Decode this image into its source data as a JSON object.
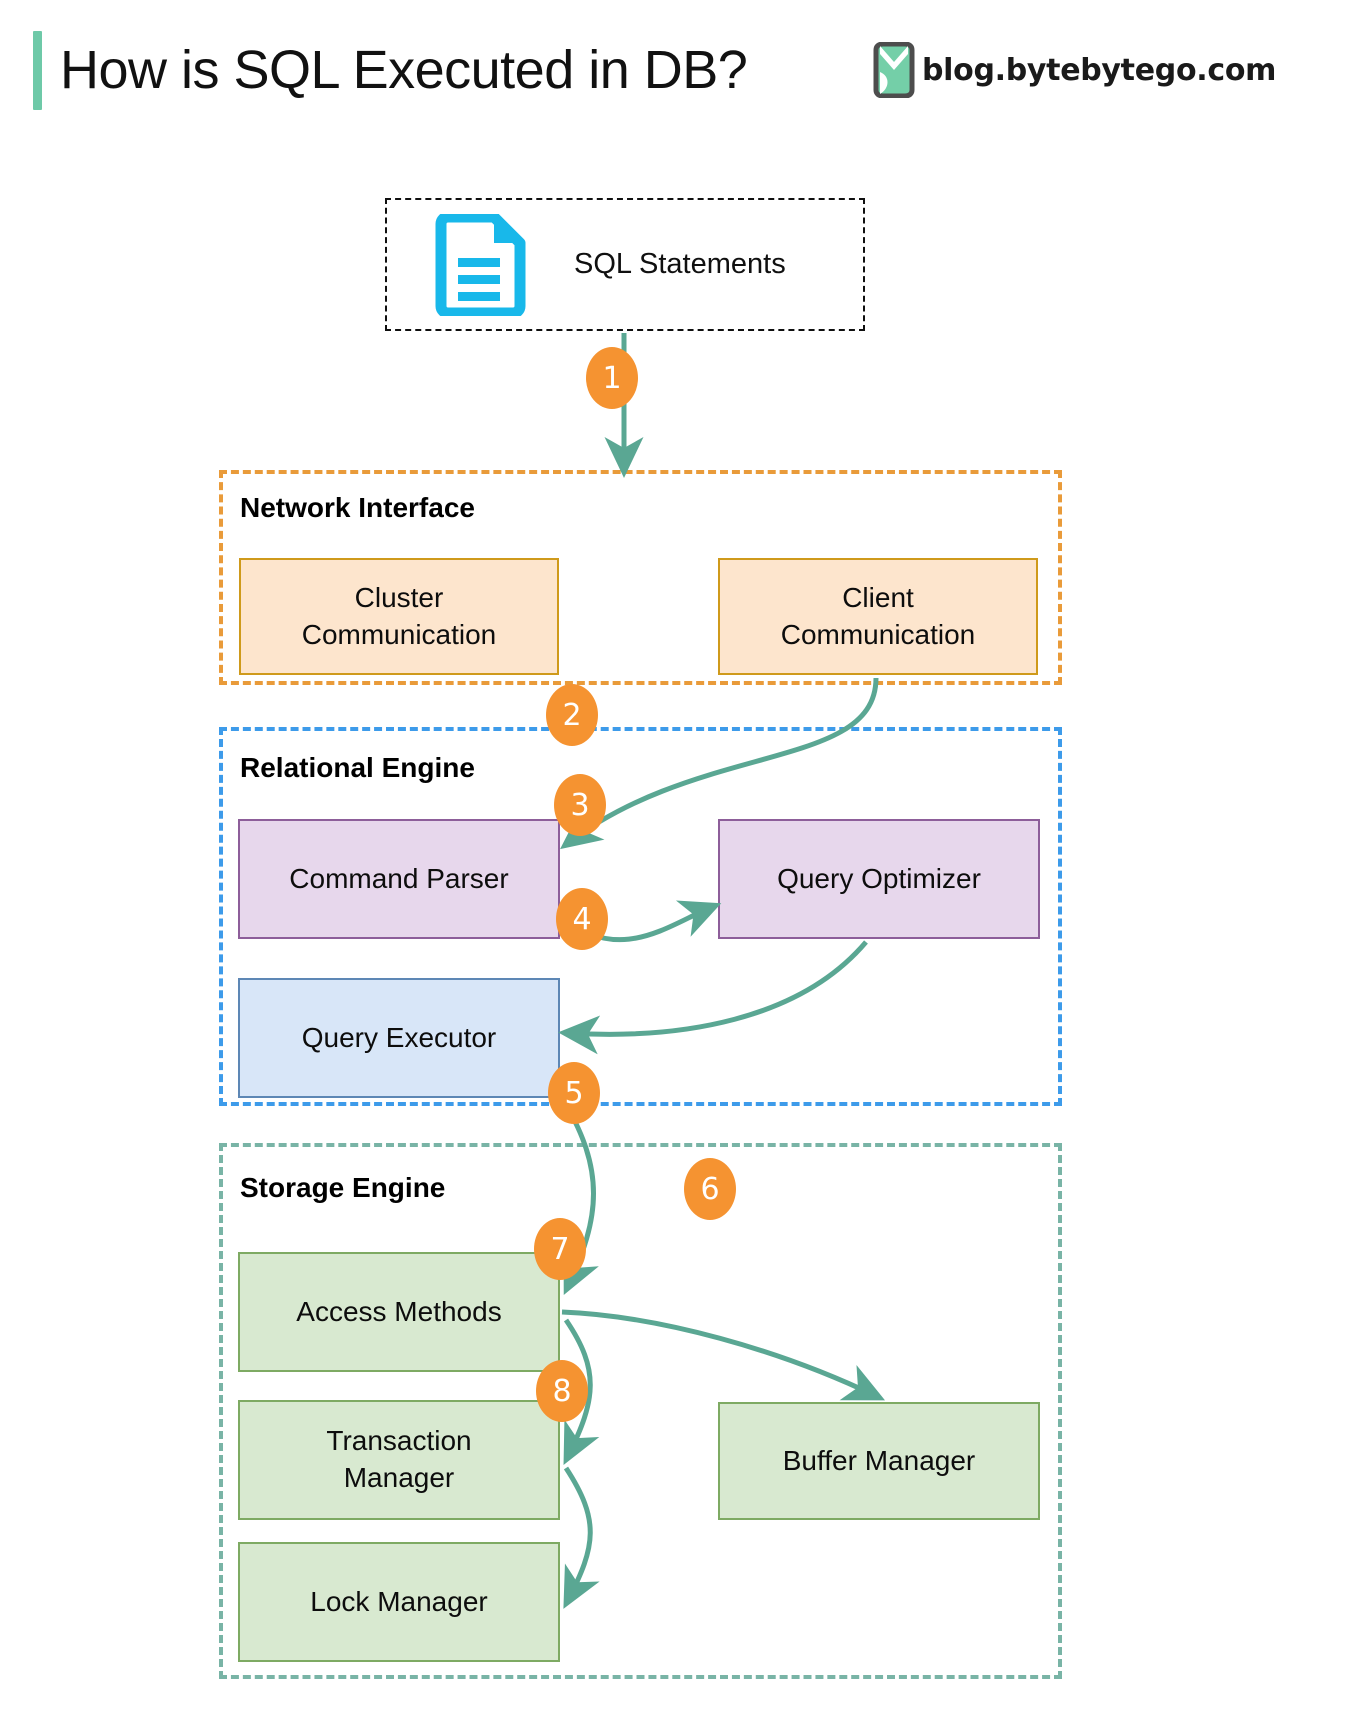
{
  "header": {
    "title": "How is SQL Executed in DB?",
    "brand_text": "blog.bytebytego.com",
    "brand_logo_icon": "bytebytego-logo-icon",
    "accent_color": "#6ec9a8"
  },
  "input": {
    "label": "SQL Statements",
    "icon": "document-lines-icon",
    "icon_color": "#18b8ea",
    "border_style": "dashed-black"
  },
  "zones": [
    {
      "id": "network-interface",
      "label": "Network Interface",
      "border_color": "#e99b3a",
      "node_fill": "#fde5cd",
      "node_stroke": "#cf9a1b",
      "nodes": [
        {
          "id": "cluster-communication",
          "label": "Cluster\nCommunication",
          "line1": "Cluster",
          "line2": "Communication"
        },
        {
          "id": "client-communication",
          "label": "Client\nCommunication",
          "line1": "Client",
          "line2": "Communication"
        }
      ]
    },
    {
      "id": "relational-engine",
      "label": "Relational Engine",
      "border_color": "#3d9bea",
      "nodes": [
        {
          "id": "command-parser",
          "label": "Command Parser",
          "fill": "#e7d7ec",
          "stroke": "#8d5e9a"
        },
        {
          "id": "query-optimizer",
          "label": "Query Optimizer",
          "fill": "#e7d7ec",
          "stroke": "#8d5e9a"
        },
        {
          "id": "query-executor",
          "label": "Query Executor",
          "fill": "#d8e6f8",
          "stroke": "#5d87b5"
        }
      ]
    },
    {
      "id": "storage-engine",
      "label": "Storage Engine",
      "border_color": "#79b4a6",
      "node_fill": "#d8e9d0",
      "node_stroke": "#7eaa63",
      "nodes": [
        {
          "id": "access-methods",
          "label": "Access Methods"
        },
        {
          "id": "transaction-manager",
          "label": "Transaction\nManager",
          "line1": "Transaction",
          "line2": "Manager"
        },
        {
          "id": "lock-manager",
          "label": "Lock Manager"
        },
        {
          "id": "buffer-manager",
          "label": "Buffer Manager"
        }
      ]
    }
  ],
  "steps": [
    {
      "number": "1",
      "from": "sql-statements",
      "to": "network-interface"
    },
    {
      "number": "2",
      "from": "client-communication",
      "to": "command-parser"
    },
    {
      "number": "3",
      "from": "command-parser",
      "to": "query-optimizer"
    },
    {
      "number": "4",
      "from": "query-optimizer",
      "to": "query-executor"
    },
    {
      "number": "5",
      "from": "query-executor",
      "to": "access-methods"
    },
    {
      "number": "6",
      "from": "access-methods",
      "to": "buffer-manager"
    },
    {
      "number": "7",
      "from": "access-methods",
      "to": "transaction-manager"
    },
    {
      "number": "8",
      "from": "transaction-manager",
      "to": "lock-manager"
    }
  ],
  "colors": {
    "badge": "#f59331",
    "arrow": "#5aa793",
    "background": "#ffffff"
  }
}
